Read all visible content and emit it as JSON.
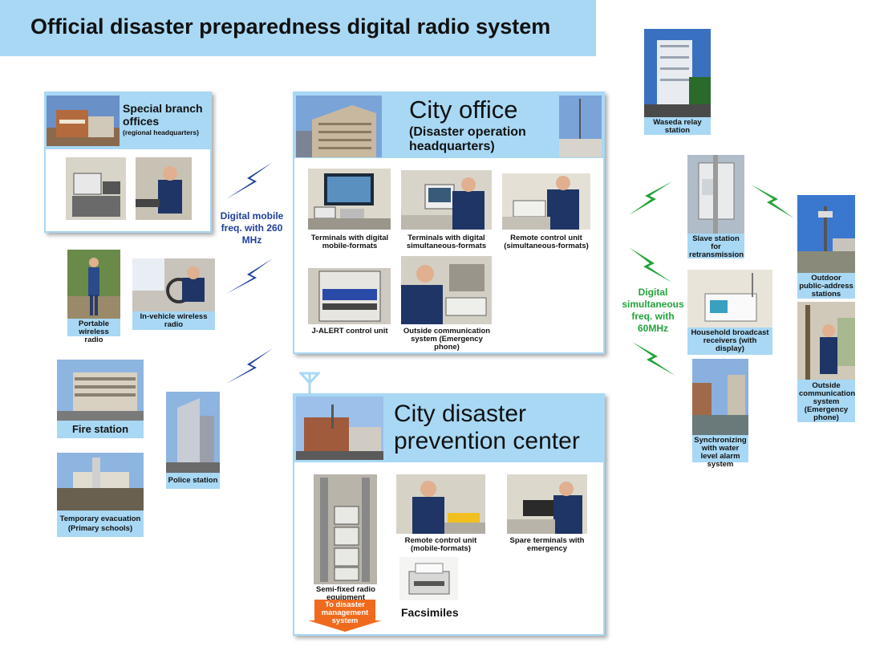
{
  "title": "Official disaster preparedness digital radio system",
  "city_office": {
    "title": "City office",
    "subtitle": "(Disaster operation headquarters)",
    "items": [
      "Terminals with digital mobile-formats",
      "Terminals with digital simultaneous-formats",
      "Remote control unit (simultaneous-formats)",
      "J-ALERT control unit",
      "Outside communication system (Emergency phone)"
    ]
  },
  "branch": {
    "title": "Special branch offices",
    "subtitle": "(regional headquarters)"
  },
  "mobile_freq": "Digital mobile freq. with 260 MHz",
  "simul_freq": "Digital simultaneous freq. with 60MHz",
  "left_items": {
    "portable": "Portable wireless radio",
    "invehicle": "In-vehicle wireless radio",
    "fire": "Fire station",
    "police": "Police station",
    "evac": "Temporary evacuation (Primary schools)"
  },
  "center": {
    "title_line1": "City disaster",
    "title_line2": "prevention center",
    "items": [
      "Semi-fixed radio equipment",
      "Remote control unit (mobile-formats)",
      "Spare terminals with emergency"
    ],
    "arrow_label": "To disaster management system",
    "fax": "Facsimiles"
  },
  "right_items": {
    "waseda": "Waseda relay station",
    "slave": "Slave station for retransmission",
    "outdoor": "Outdoor public-address stations",
    "household": "Household broadcast receivers (with display)",
    "outside": "Outside communication system (Emergency phone)",
    "sync": "Synchronizing with water level alarm system"
  },
  "colors": {
    "panel_blue": "#a8d8f4",
    "bolt_blue": "#1f3f9a",
    "bolt_green": "#22a33a",
    "arrow_orange": "#f06a1e"
  }
}
